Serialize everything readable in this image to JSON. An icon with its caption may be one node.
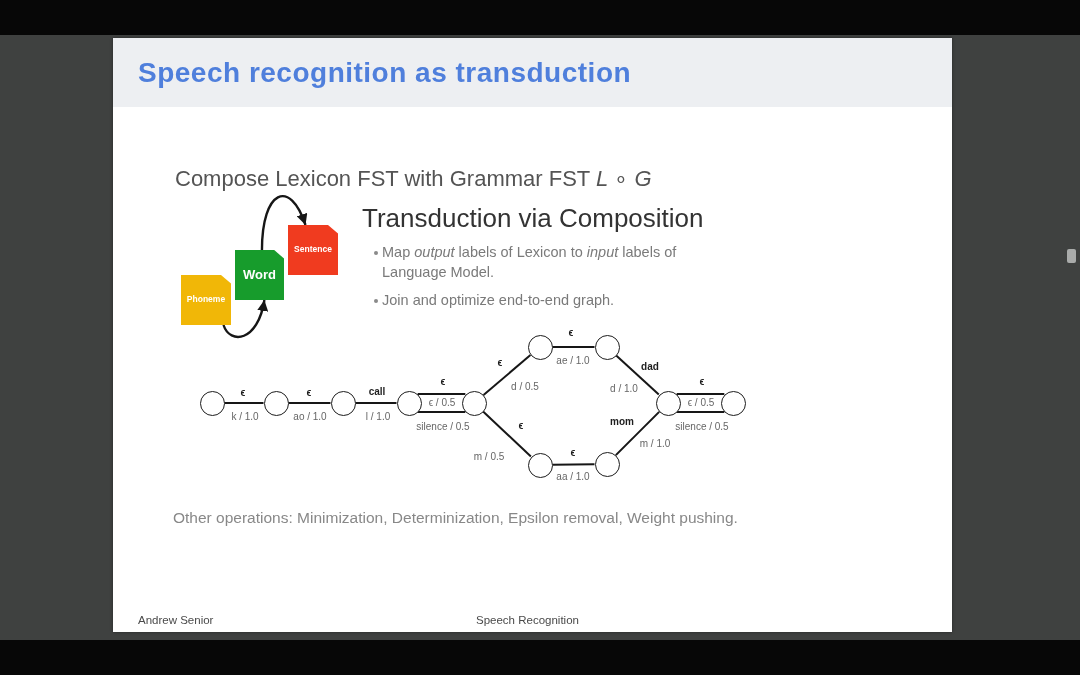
{
  "diagram": {
    "title": "Speech recognition as transduction",
    "nodes": [
      {
        "text": [
          "Phoneme"
        ]
      },
      {
        "text": [
          "Word"
        ]
      },
      {
        "text": [
          "Sentence"
        ]
      },
      {
        "text": [],
        "shape": "circle"
      },
      {
        "text": [],
        "shape": "circle"
      },
      {
        "text": [],
        "shape": "circle"
      },
      {
        "text": [],
        "shape": "circle"
      },
      {
        "text": [],
        "shape": "circle"
      },
      {
        "text": [],
        "shape": "circle"
      },
      {
        "text": [],
        "shape": "circle"
      },
      {
        "text": [],
        "shape": "circle"
      },
      {
        "text": [],
        "shape": "circle"
      },
      {
        "text": [],
        "shape": "circle"
      },
      {
        "text": [],
        "shape": "circle"
      }
    ],
    "edges": [
      {
        "from": 0,
        "to": 1,
        "arrow": "to"
      },
      {
        "from": 1,
        "to": 2,
        "arrow": "to"
      },
      {
        "from": 3,
        "to": 4,
        "arrow": "none",
        "label": "ϵ"
      },
      {
        "from": 4,
        "to": 5,
        "arrow": "none",
        "label": "ϵ"
      },
      {
        "from": 5,
        "to": 6,
        "arrow": "none",
        "label": "call"
      },
      {
        "from": 6,
        "to": 7,
        "arrow": "none",
        "label": "ϵ"
      },
      {
        "from": 6,
        "to": 7,
        "arrow": "none",
        "label": "silence / 0.5"
      },
      {
        "from": 7,
        "to": 8,
        "arrow": "none",
        "label": "ϵ"
      },
      {
        "from": 8,
        "to": 9,
        "arrow": "none",
        "label": "ϵ"
      },
      {
        "from": 9,
        "to": 12,
        "arrow": "none",
        "label": "dad"
      },
      {
        "from": 7,
        "to": 10,
        "arrow": "none",
        "label": "ϵ"
      },
      {
        "from": 10,
        "to": 11,
        "arrow": "none",
        "label": "ϵ"
      },
      {
        "from": 11,
        "to": 12,
        "arrow": "none",
        "label": "mom"
      },
      {
        "from": 12,
        "to": 13,
        "arrow": "none",
        "label": "ϵ"
      },
      {
        "from": 12,
        "to": 13,
        "arrow": "none",
        "label": "silence / 0.5"
      }
    ],
    "labels": [
      "Compose Lexicon FST with Grammar FST *L* ∘ *G*",
      "Transduction via Composition",
      "Map *output* labels of Lexicon to *input* labels of Language Model.",
      "Join and optimize end-to-end graph.",
      "ae / 1.0",
      "d / 0.5",
      "d / 1.0",
      "ϵ / 0.5",
      "ϵ / 0.5",
      "k / 1.0",
      "ao / 1.0",
      "l / 1.0",
      "m / 1.0",
      "m / 0.5",
      "aa / 1.0",
      "Other operations: Minimization, Determinization, Epsilon removal, Weight pushing.",
      "Andrew Senior",
      "Speech Recognition"
    ]
  }
}
